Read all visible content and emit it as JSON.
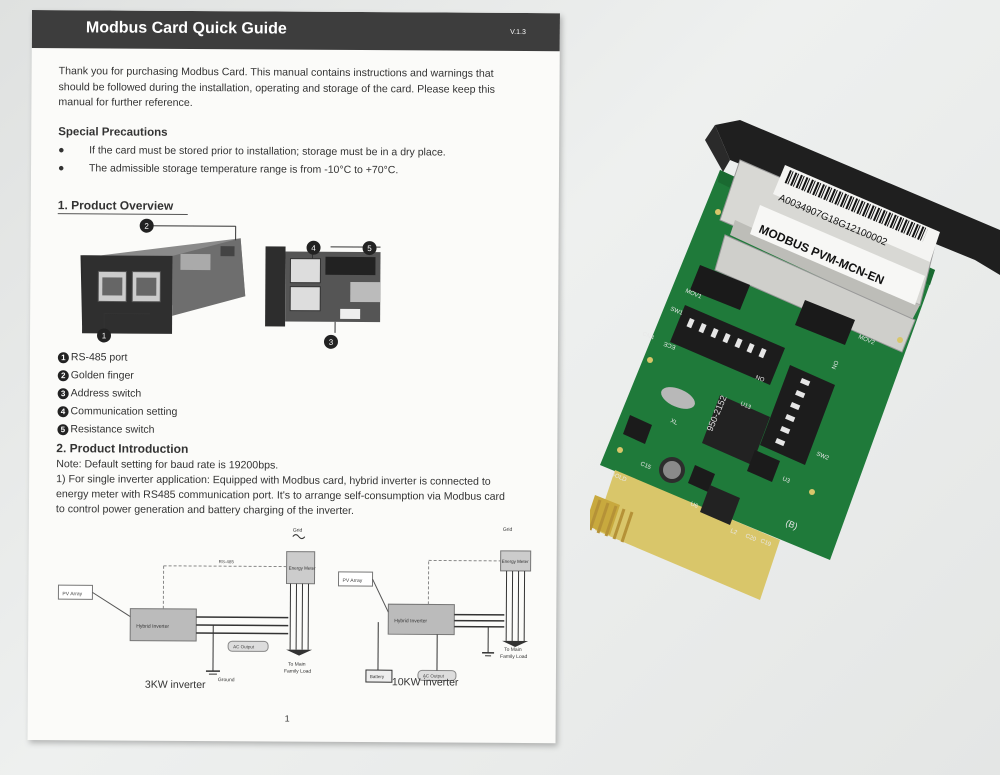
{
  "manual": {
    "title": "Modbus Card Quick Guide",
    "version": "V.1.3",
    "intro_lines": [
      "Thank you for purchasing Modbus Card. This manual contains instructions and warnings that",
      "should be followed during the installation, operating and storage of the card. Please keep this",
      "manual for further reference."
    ],
    "special_precautions": {
      "heading": "Special Precautions",
      "items": [
        "If the card must be stored prior to installation; storage must be in a dry place.",
        "The admissible storage temperature range is from -10°C to +70°C."
      ]
    },
    "overview": {
      "heading": "1. Product Overview",
      "callouts": [
        "1",
        "2",
        "3",
        "4",
        "5"
      ],
      "legend": [
        {
          "num": "1",
          "label": "RS-485 port"
        },
        {
          "num": "2",
          "label": "Golden finger"
        },
        {
          "num": "3",
          "label": "Address switch"
        },
        {
          "num": "4",
          "label": "Communication setting"
        },
        {
          "num": "5",
          "label": "Resistance switch"
        }
      ]
    },
    "introduction": {
      "heading": "2. Product Introduction",
      "lines": [
        "Note: Default setting for baud rate is 19200bps.",
        "1) For single inverter application: Equipped with Modbus card, hybrid inverter is connected to",
        "energy meter with RS485 communication port. It's to arrange self-consumption via Modbus card",
        "to control power generation and battery charging of the inverter."
      ]
    },
    "diagram_labels": {
      "pv_array": "PV Array",
      "hybrid_inverter": "Hybrid Inverter",
      "energy_meter": "Energy Meter",
      "grid": "Grid",
      "ground": "Ground",
      "to_main_load": "To Main",
      "family_load": "Family Load",
      "battery": "Battery",
      "ac_output": "AC Output",
      "rs485": "RS-485"
    },
    "captions": [
      "3KW inverter",
      "10KW inverter"
    ],
    "page_number": "1"
  },
  "card": {
    "barcode_text": "A0034907G18G12100002",
    "model_label": "MODBUS PVM-MCN-EN",
    "silk": {
      "cn": "CN4",
      "mov1": "MOV1",
      "mov2": "MOV2",
      "sw1": "SW1",
      "sw2": "SW2",
      "ece": "ECE",
      "on": "ON",
      "u13": "U13",
      "u3": "U3",
      "u6": "U6",
      "c15": "C15",
      "c19": "C19",
      "c20": "C20",
      "l2": "L2",
      "xl": "XL",
      "gold": "GOLD",
      "rev": "(B)",
      "chip_text": "950-2152"
    }
  }
}
